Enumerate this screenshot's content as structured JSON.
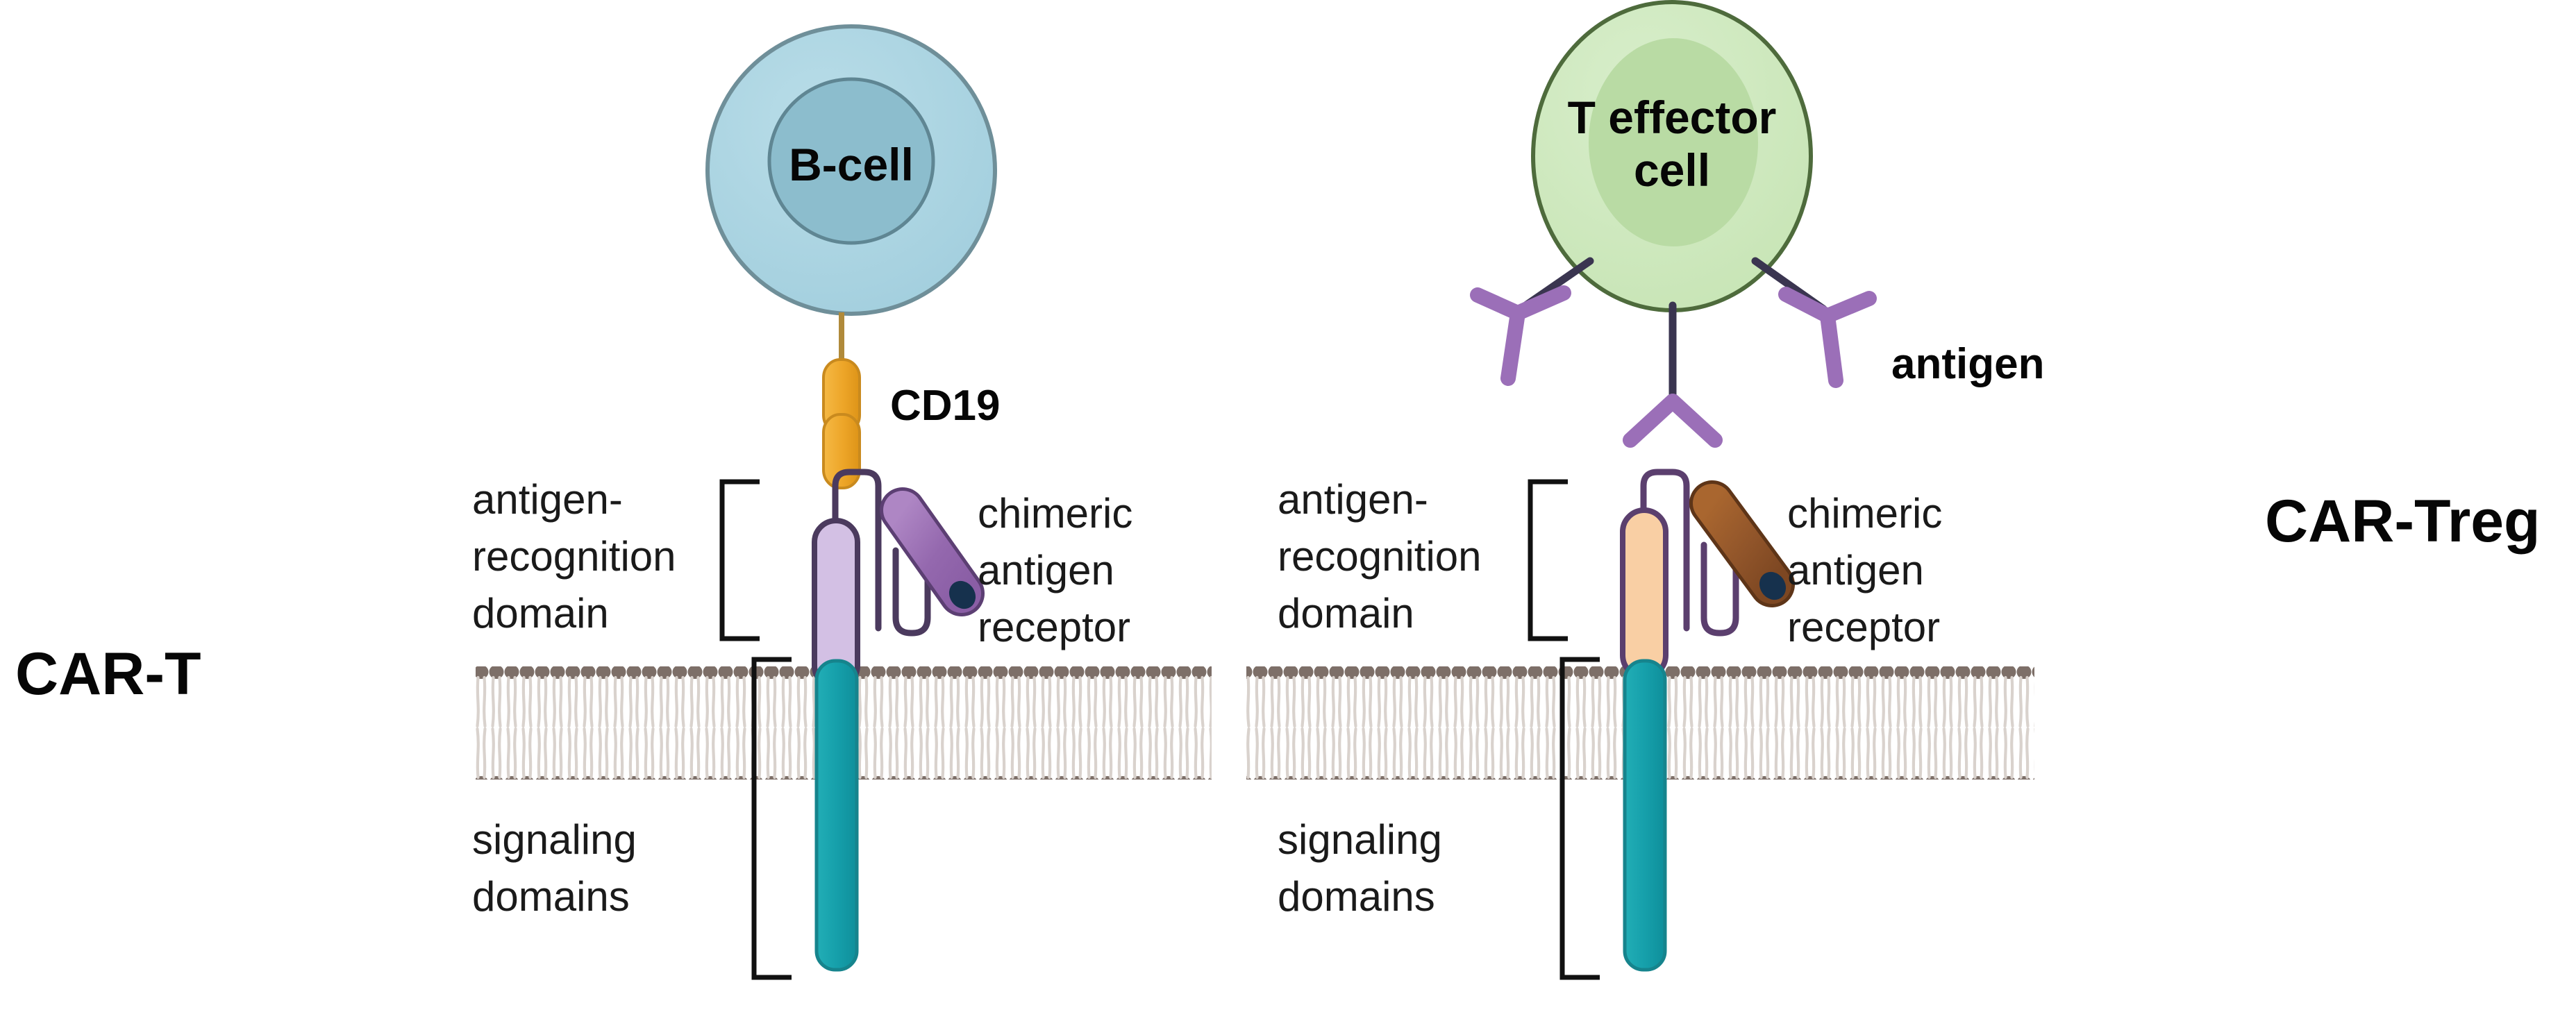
{
  "figure": {
    "title": "CAR-T and CAR-Treg chimeric antigen receptor schematic",
    "background_color": "#ffffff"
  },
  "panels": {
    "left": {
      "panel_label": "CAR-T",
      "target_cell": {
        "name": "B-cell",
        "label": "B-cell",
        "membrane_color": "#a9d4e2",
        "nucleus_color": "#8cbdcd",
        "outline_color": "#6f8f99"
      },
      "ligand": {
        "label": "CD19",
        "color": "#f0a828",
        "outline_color": "#c98a1e",
        "stalk_color": "#b08a3a"
      },
      "receptor": {
        "scfv_color": "#d3c0e4",
        "scfv_outline": "#4b3a5e",
        "rod_color": "#9c6fb5",
        "rod_outline": "#5c3f73",
        "rod_tip_color": "#16314d",
        "hinge_color": "#4b3a5e",
        "transmembrane_color": "#1ba3ad",
        "transmembrane_outline": "#16848d"
      },
      "annotations": {
        "antigen_recognition_domain": [
          "antigen-",
          "recognition",
          "domain"
        ],
        "signaling_domains": [
          "signaling",
          "domains"
        ],
        "chimeric_antigen_receptor": [
          "chimeric",
          "antigen",
          "receptor"
        ]
      }
    },
    "right": {
      "panel_label": "CAR-Treg",
      "target_cell": {
        "name": "T effector cell",
        "label": [
          "T effector",
          "cell"
        ],
        "membrane_color": "#cfe8bd",
        "nucleus_color": "#b9dba4",
        "outline_color": "#4e6b3c"
      },
      "ligand": {
        "label": "antigen",
        "color": "#9b6fb8",
        "stalk_color": "#3a3550",
        "count": 3
      },
      "receptor": {
        "scfv_color": "#f9cfa4",
        "scfv_outline": "#5b3f6e",
        "rod_color": "#9a5a2c",
        "rod_outline": "#5e3518",
        "rod_tip_color": "#16314d",
        "hinge_color": "#5b3f6e",
        "transmembrane_color": "#1ba3ad",
        "transmembrane_outline": "#16848d"
      },
      "annotations": {
        "antigen_recognition_domain": [
          "antigen-",
          "recognition",
          "domain"
        ],
        "signaling_domains": [
          "signaling",
          "domains"
        ],
        "chimeric_antigen_receptor": [
          "chimeric",
          "antigen",
          "receptor"
        ]
      }
    }
  },
  "membrane": {
    "head_color": "#7d6f68",
    "tail_color": "#d9d2cd",
    "bracket_color": "#111111"
  }
}
